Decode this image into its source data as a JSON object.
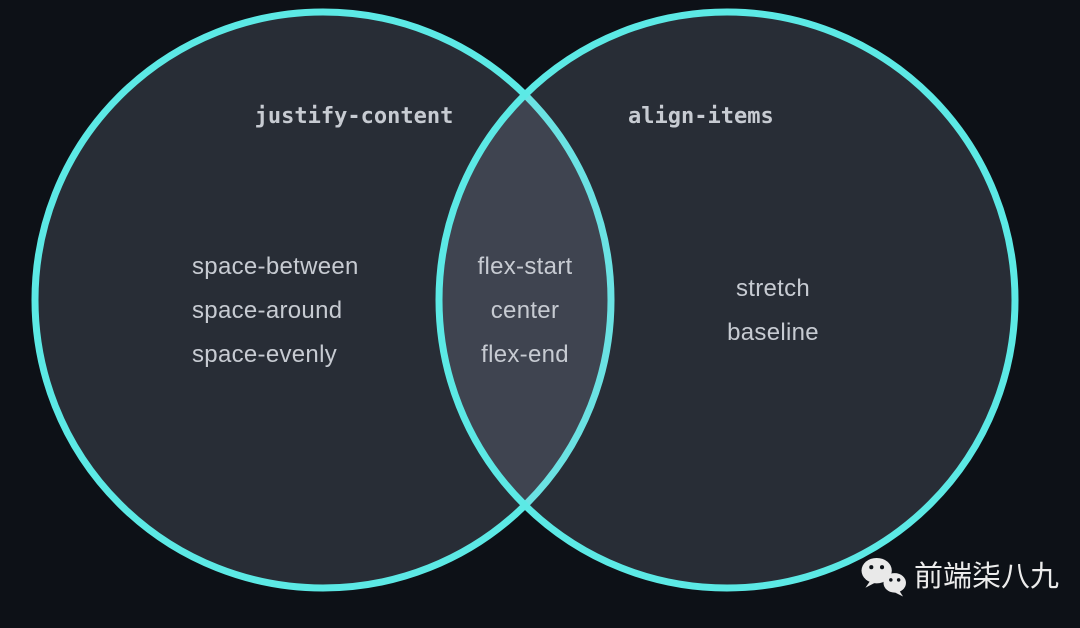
{
  "colors": {
    "background": "#0d1117",
    "circle_fill_single": "#2b313a",
    "circle_fill_overlap": "#3d434d",
    "circle_stroke": "#5ce9e5",
    "text": "#c7cbd2",
    "watermark": "#ececec"
  },
  "venn": {
    "left": {
      "title": "justify-content",
      "values": [
        "space-between",
        "space-around",
        "space-evenly"
      ]
    },
    "intersection": {
      "values": [
        "flex-start",
        "center",
        "flex-end"
      ]
    },
    "right": {
      "title": "align-items",
      "values": [
        "stretch",
        "baseline"
      ]
    }
  },
  "watermark": {
    "icon": "wechat-icon",
    "text": "前端柒八九"
  }
}
